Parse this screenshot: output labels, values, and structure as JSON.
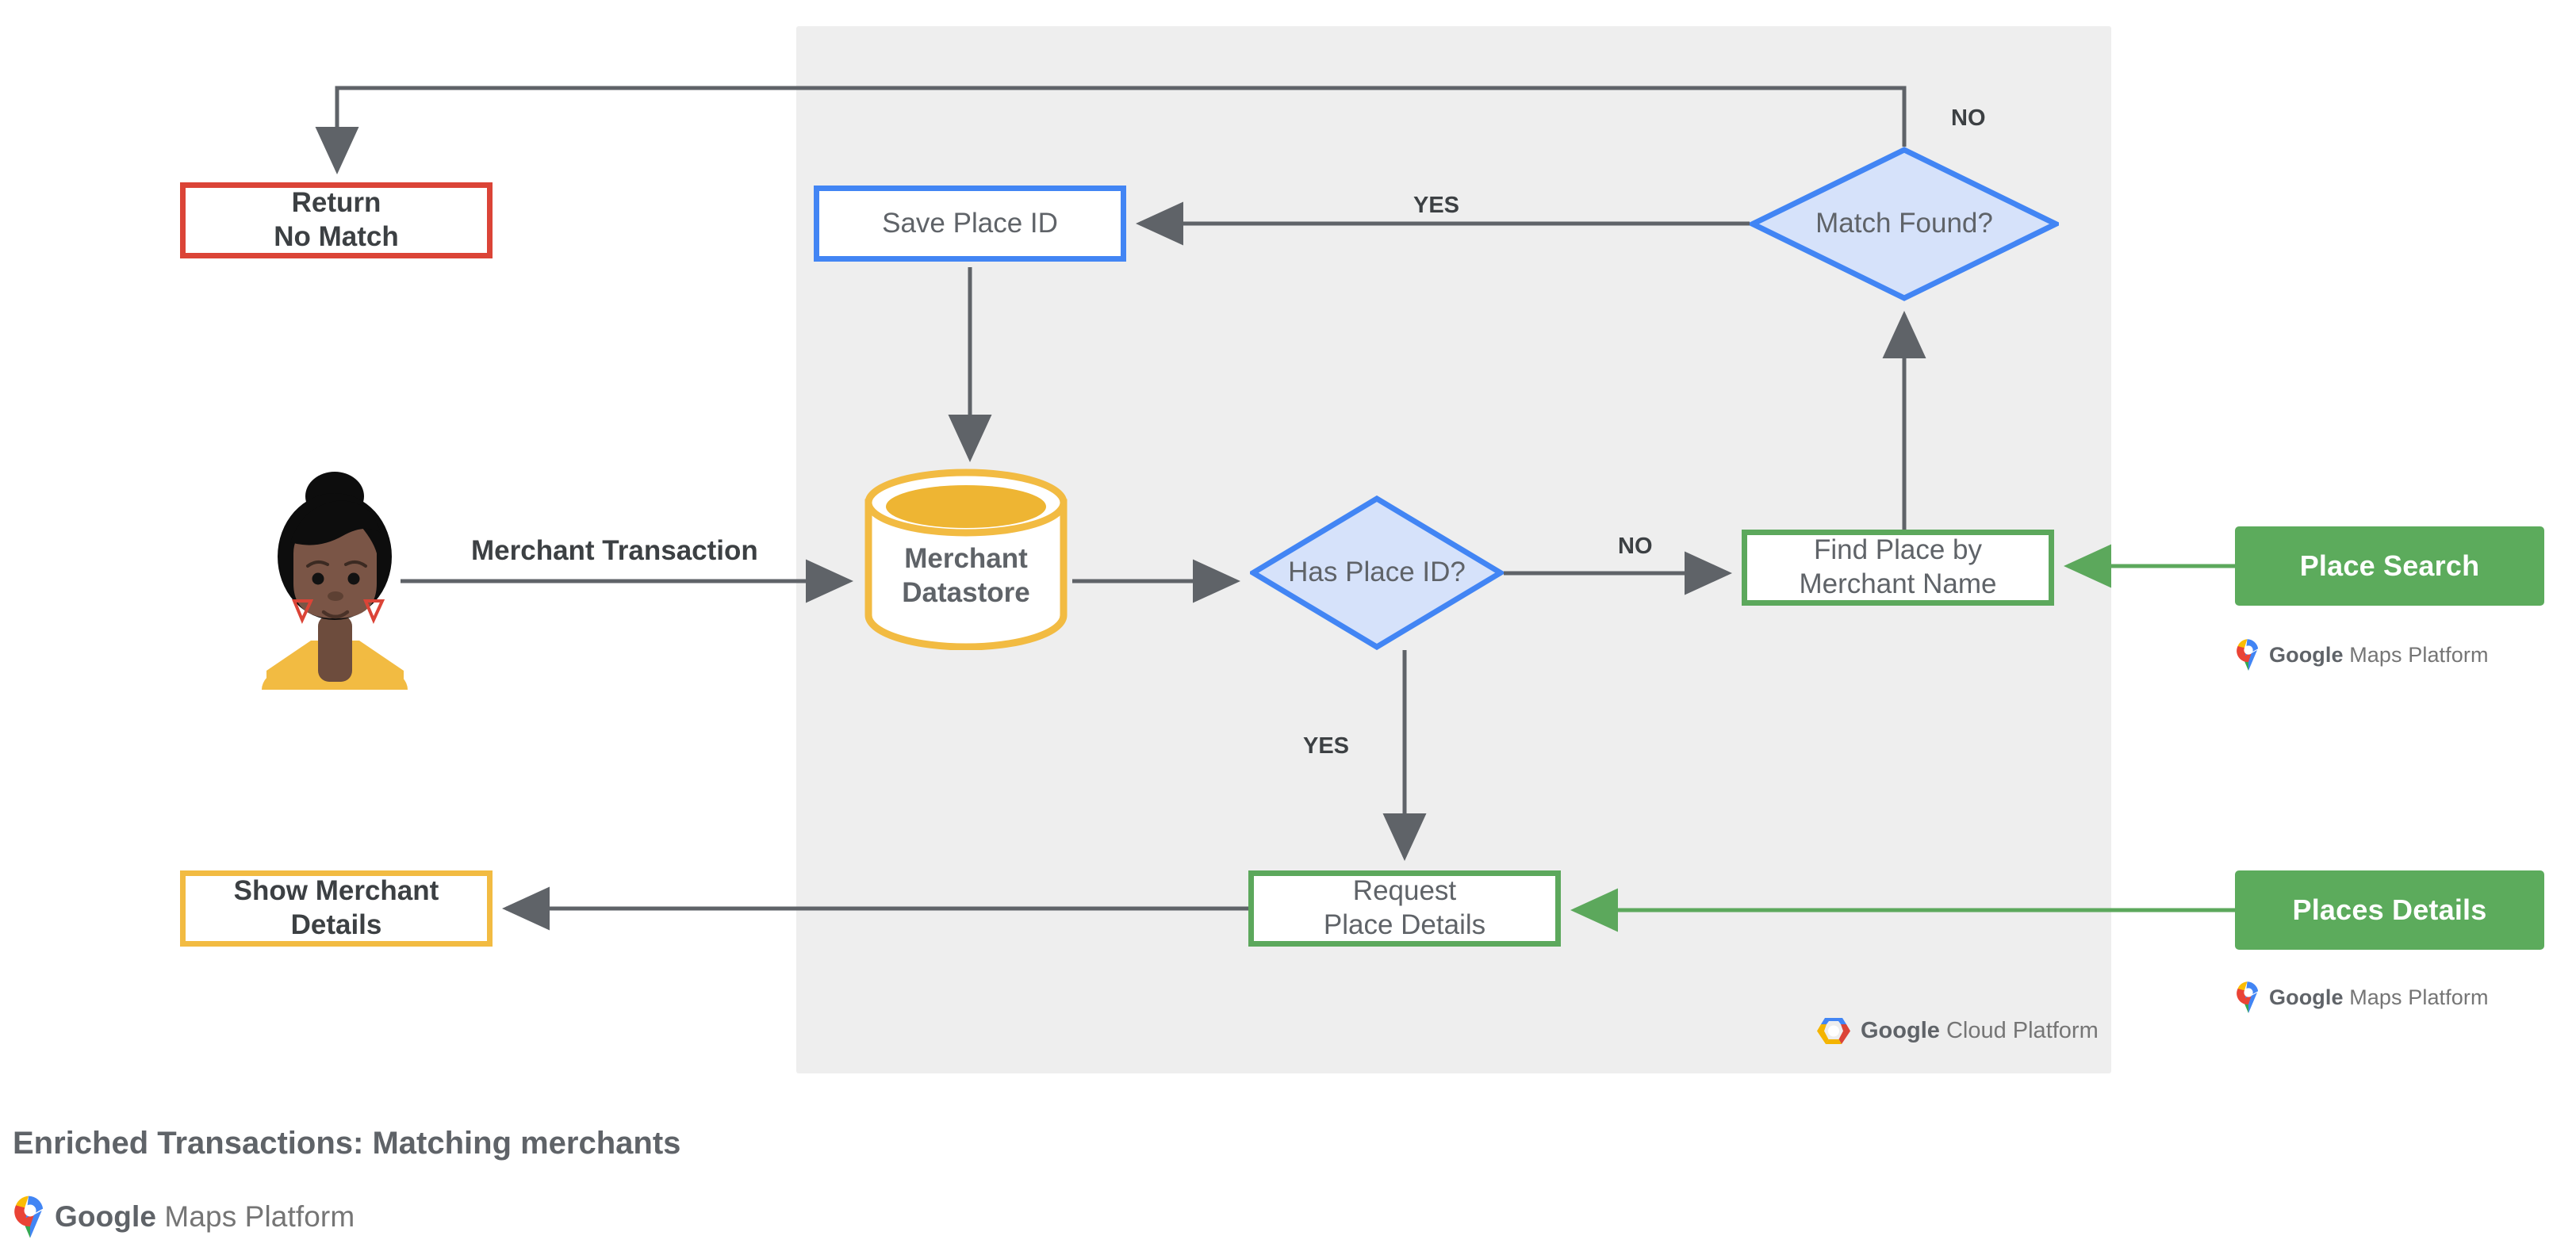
{
  "caption": "Enriched Transactions: Matching merchants",
  "panel": {
    "name": "google-cloud-platform-region"
  },
  "nodes": {
    "return_no_match": {
      "line1": "Return",
      "line2": "No Match",
      "border_color": "#db4437"
    },
    "save_place_id": {
      "line1": "Save Place ID",
      "border_color": "#4285f4"
    },
    "merchant_datastore": {
      "line1": "Merchant",
      "line2": "Datastore",
      "border_color": "#f2bb42"
    },
    "find_place": {
      "line1": "Find Place by",
      "line2": "Merchant Name",
      "border_color": "#5ca85c"
    },
    "request_place_details": {
      "line1": "Request",
      "line2": "Place Details",
      "border_color": "#5ca85c"
    },
    "show_merchant_details": {
      "line1": "Show Merchant",
      "line2": "Details",
      "border_color": "#f2bb42"
    }
  },
  "decisions": {
    "match_found": {
      "line1": "Match",
      "line2": "Found?",
      "fill": "#d6e2fa",
      "border_color": "#4285f4"
    },
    "has_place_id": {
      "line1": "Has",
      "line2": "Place ID?",
      "fill": "#d6e2fa",
      "border_color": "#4285f4"
    }
  },
  "chips": {
    "place_search": {
      "label": "Place Search",
      "color": "#5cab5c"
    },
    "places_details": {
      "label": "Places Details",
      "color": "#5cab5c"
    }
  },
  "edge_labels": {
    "merchant_transaction": "Merchant Transaction",
    "yes_to_save": "YES",
    "no_from_match": "NO",
    "no_to_find_place": "NO",
    "yes_to_request": "YES"
  },
  "branding": {
    "maps_platform_google": "Google",
    "maps_platform_rest": " Maps Platform",
    "cloud_platform_google": "Google",
    "cloud_platform_rest": " Cloud Platform"
  }
}
